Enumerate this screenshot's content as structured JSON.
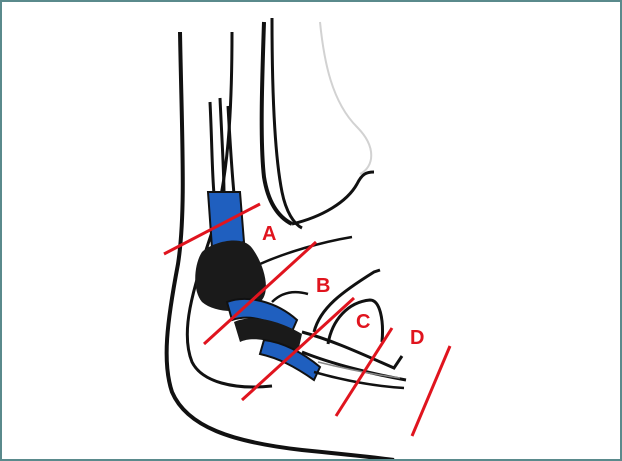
{
  "diagram": {
    "labels": {
      "a": "A",
      "b": "B",
      "c": "C",
      "d": "D"
    }
  },
  "colors": {
    "frame": "#5a8a8c",
    "outline": "#111111",
    "faint_outline": "#c8c8c8",
    "sheath": "#1f5fbf",
    "sheath_band": "#111111",
    "marker": "#e0141e"
  }
}
